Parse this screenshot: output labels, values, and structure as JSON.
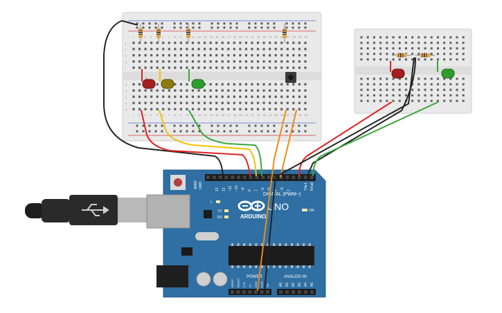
{
  "board": {
    "brand_text": "ARDUINO",
    "model_text": "UNO",
    "digital_header_label": "DIGITAL (PWM~)",
    "analog_header_label": "ANALOG IN",
    "power_header_label": "POWER",
    "on_label": "ON",
    "led_labels": {
      "l": "L",
      "tx": "TX",
      "rx": "RX"
    },
    "tx_side_labels": [
      "TX▸1",
      "RX◂0"
    ],
    "aref_labels": [
      "AREF",
      "GND"
    ],
    "digital_pins": [
      "13",
      "12",
      "~11",
      "~10",
      "~9",
      "8",
      "7",
      "~6",
      "~5",
      "4",
      "~3",
      "2"
    ],
    "analog_pins": [
      "A0",
      "A1",
      "A2",
      "A3",
      "A4",
      "A5"
    ],
    "power_pins": [
      "IOREF",
      "RESET",
      "3.3V",
      "5V",
      "GND",
      "GND",
      "Vin"
    ]
  },
  "breadboards": {
    "main": {
      "row_letters_top": [
        "j",
        "i",
        "h",
        "g",
        "f"
      ],
      "row_letters_bottom": [
        "e",
        "d",
        "c",
        "b",
        "a"
      ],
      "column_numbers": [
        "1",
        "2",
        "3",
        "4",
        "5",
        "6",
        "7",
        "8",
        "9",
        "10",
        "11",
        "12",
        "13",
        "14",
        "15",
        "16",
        "17",
        "18",
        "19",
        "20",
        "21",
        "22",
        "23",
        "24",
        "25",
        "26",
        "27",
        "28",
        "29",
        "30"
      ]
    }
  },
  "components": {
    "leds_main": [
      {
        "color_name": "red",
        "hex": "#a31f1f"
      },
      {
        "color_name": "yellow",
        "hex": "#8c7a12"
      },
      {
        "color_name": "green",
        "hex": "#2e9d2e"
      }
    ],
    "leds_mini": [
      {
        "color_name": "red",
        "hex": "#a31f1f"
      },
      {
        "color_name": "green",
        "hex": "#2e9d2e"
      }
    ]
  },
  "colors": {
    "board_blue": "#2f6fa3",
    "wire_red": "#e02020",
    "wire_yellow": "#f2c200",
    "wire_green": "#3aa63a",
    "wire_orange": "#f08a10",
    "wire_black": "#222222",
    "rail_red": "#d43a3a",
    "rail_blue": "#4a6ed0"
  }
}
